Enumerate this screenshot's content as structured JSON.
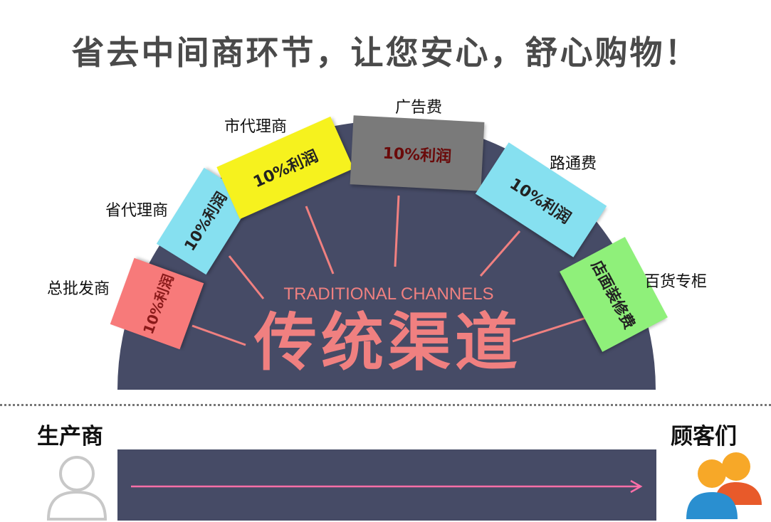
{
  "headline": "省去中间商环节，让您安心，舒心购物！",
  "channel": {
    "title_en": "TRADITIONAL CHANNELS",
    "title_zh": "传统渠道",
    "segments": [
      {
        "label": "总批发商",
        "text": "10%利润",
        "color": "#f77a7a"
      },
      {
        "label": "省代理商",
        "text": "10%利润",
        "color": "#86e0f0"
      },
      {
        "label": "市代理商",
        "text": "10%利润",
        "color": "#f6f21e"
      },
      {
        "label": "广告费",
        "text": "10%利润",
        "color": "#7a7a7a"
      },
      {
        "label": "路通费",
        "text": "10%利润",
        "color": "#86e0f0"
      },
      {
        "label": "百货专柜",
        "text": "店面装修费",
        "color": "#8ff07a"
      }
    ]
  },
  "flow": {
    "from": "生产商",
    "to": "顾客们"
  },
  "colors": {
    "arch": "#464b66",
    "accent": "#f08080",
    "arrow": "#ff6fa8"
  },
  "icons": {
    "producer": "person-outline-icon",
    "customers": "people-group-icon",
    "arrow": "arrow-right-icon"
  }
}
